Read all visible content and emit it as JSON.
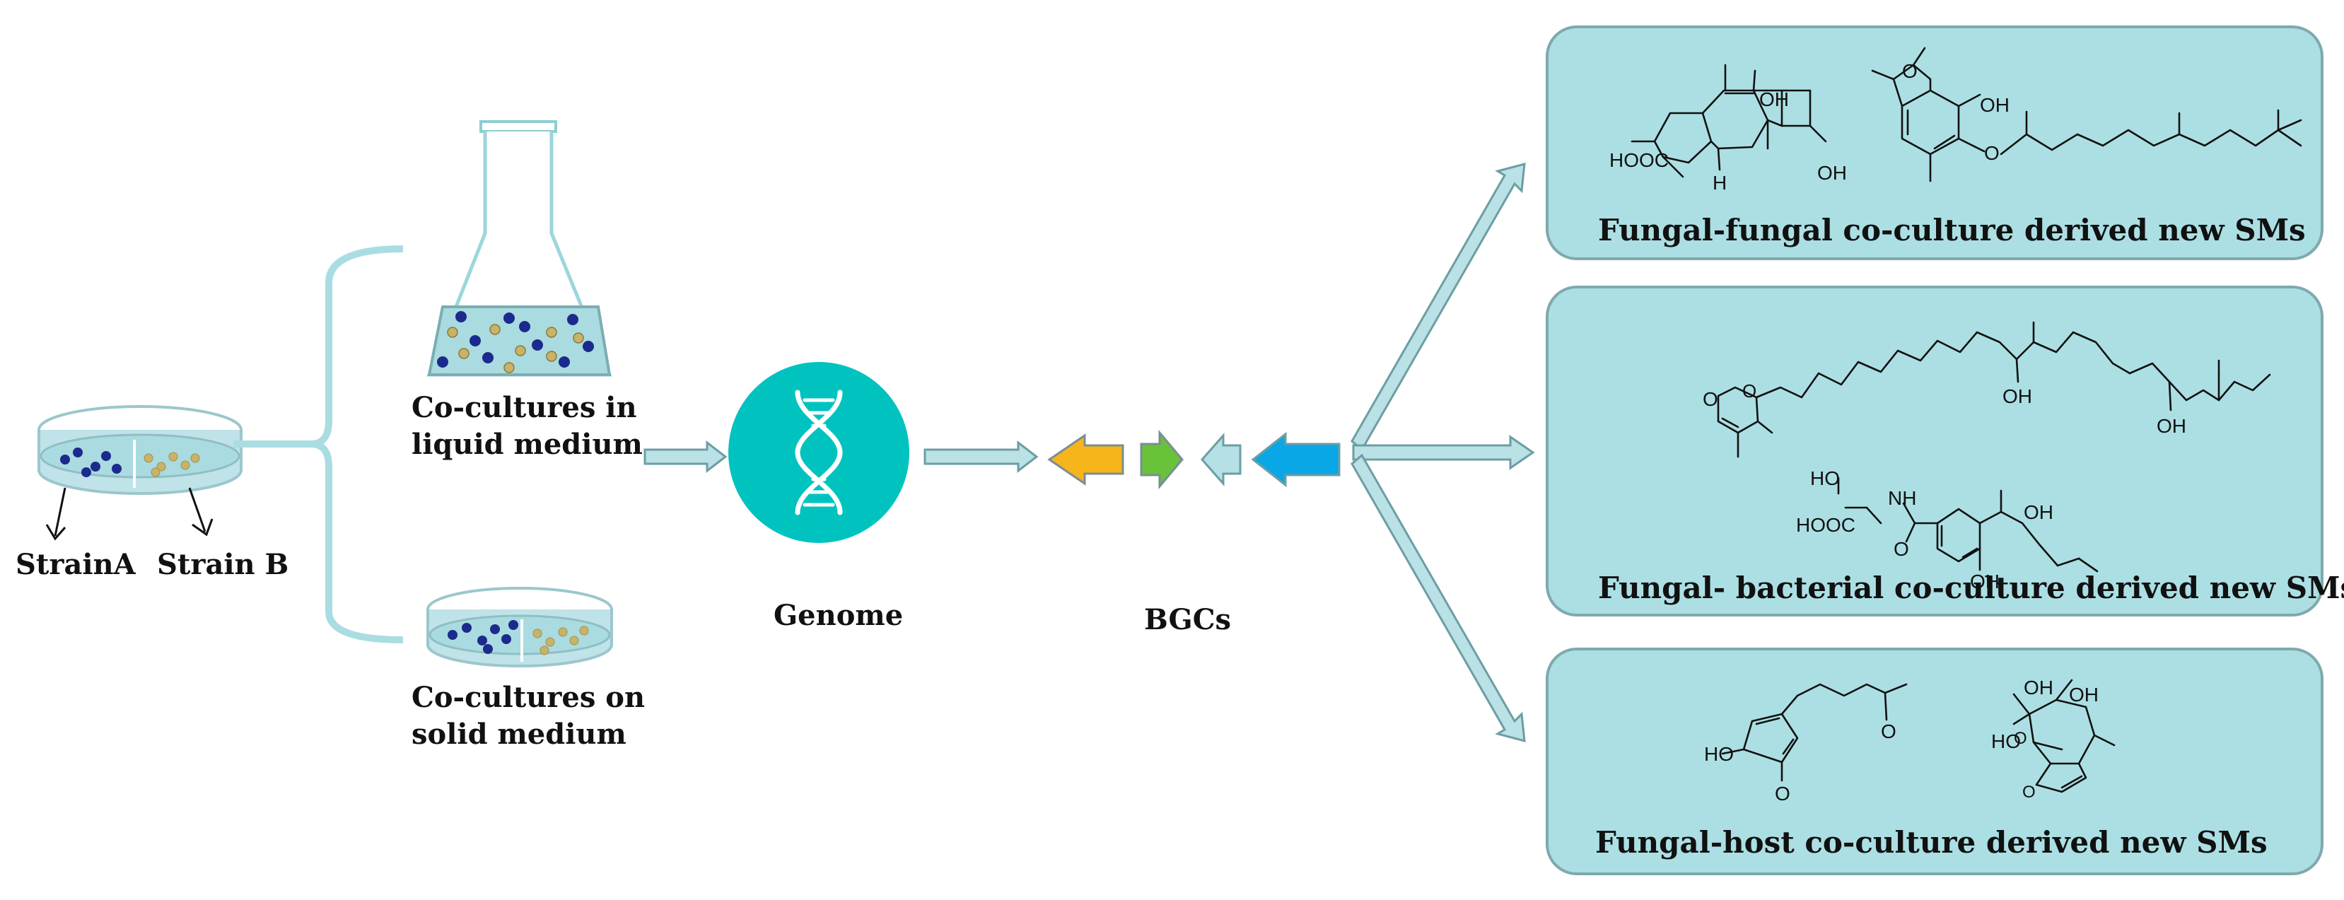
{
  "petri_labels": {
    "strain_a": "StrainA",
    "strain_b": "Strain B"
  },
  "liquid_label": {
    "line1": "Co-cultures in",
    "line2": "liquid medium"
  },
  "solid_label": {
    "line1": "Co-cultures on",
    "line2": "solid  medium"
  },
  "genome_label": "Genome",
  "bgcs_label": "BGCs",
  "panels": {
    "fungal_fungal": "Fungal-fungal co-culture derived new SMs",
    "fungal_bacterial": "Fungal- bacterial co-culture derived new SMs",
    "fungal_host": "Fungal-host co-culture derived new SMs"
  },
  "chem_text": {
    "hoocc": "HOOC",
    "oh": "OH",
    "h": "H",
    "o": "O",
    "ho": "HO",
    "nh": "NH",
    "hooc": "HOOC"
  },
  "colors": {
    "panel_fill": "#acdfe3",
    "panel_stroke": "#7fa9ad",
    "arrow_fill": "#b9e1e6",
    "arrow_stroke": "#6c9ea3",
    "genome_circle": "#00c3c0",
    "bgc_orange": "#f6b51b",
    "bgc_green": "#68c23a",
    "bgc_light": "#b5e1e6",
    "bgc_blue": "#0aa7e6",
    "dot_navy": "#1b2a8c",
    "dot_tan": "#c8b36a"
  },
  "icons": [
    "petri-dish-icon",
    "erlenmeyer-flask-icon",
    "dna-helix-icon"
  ]
}
